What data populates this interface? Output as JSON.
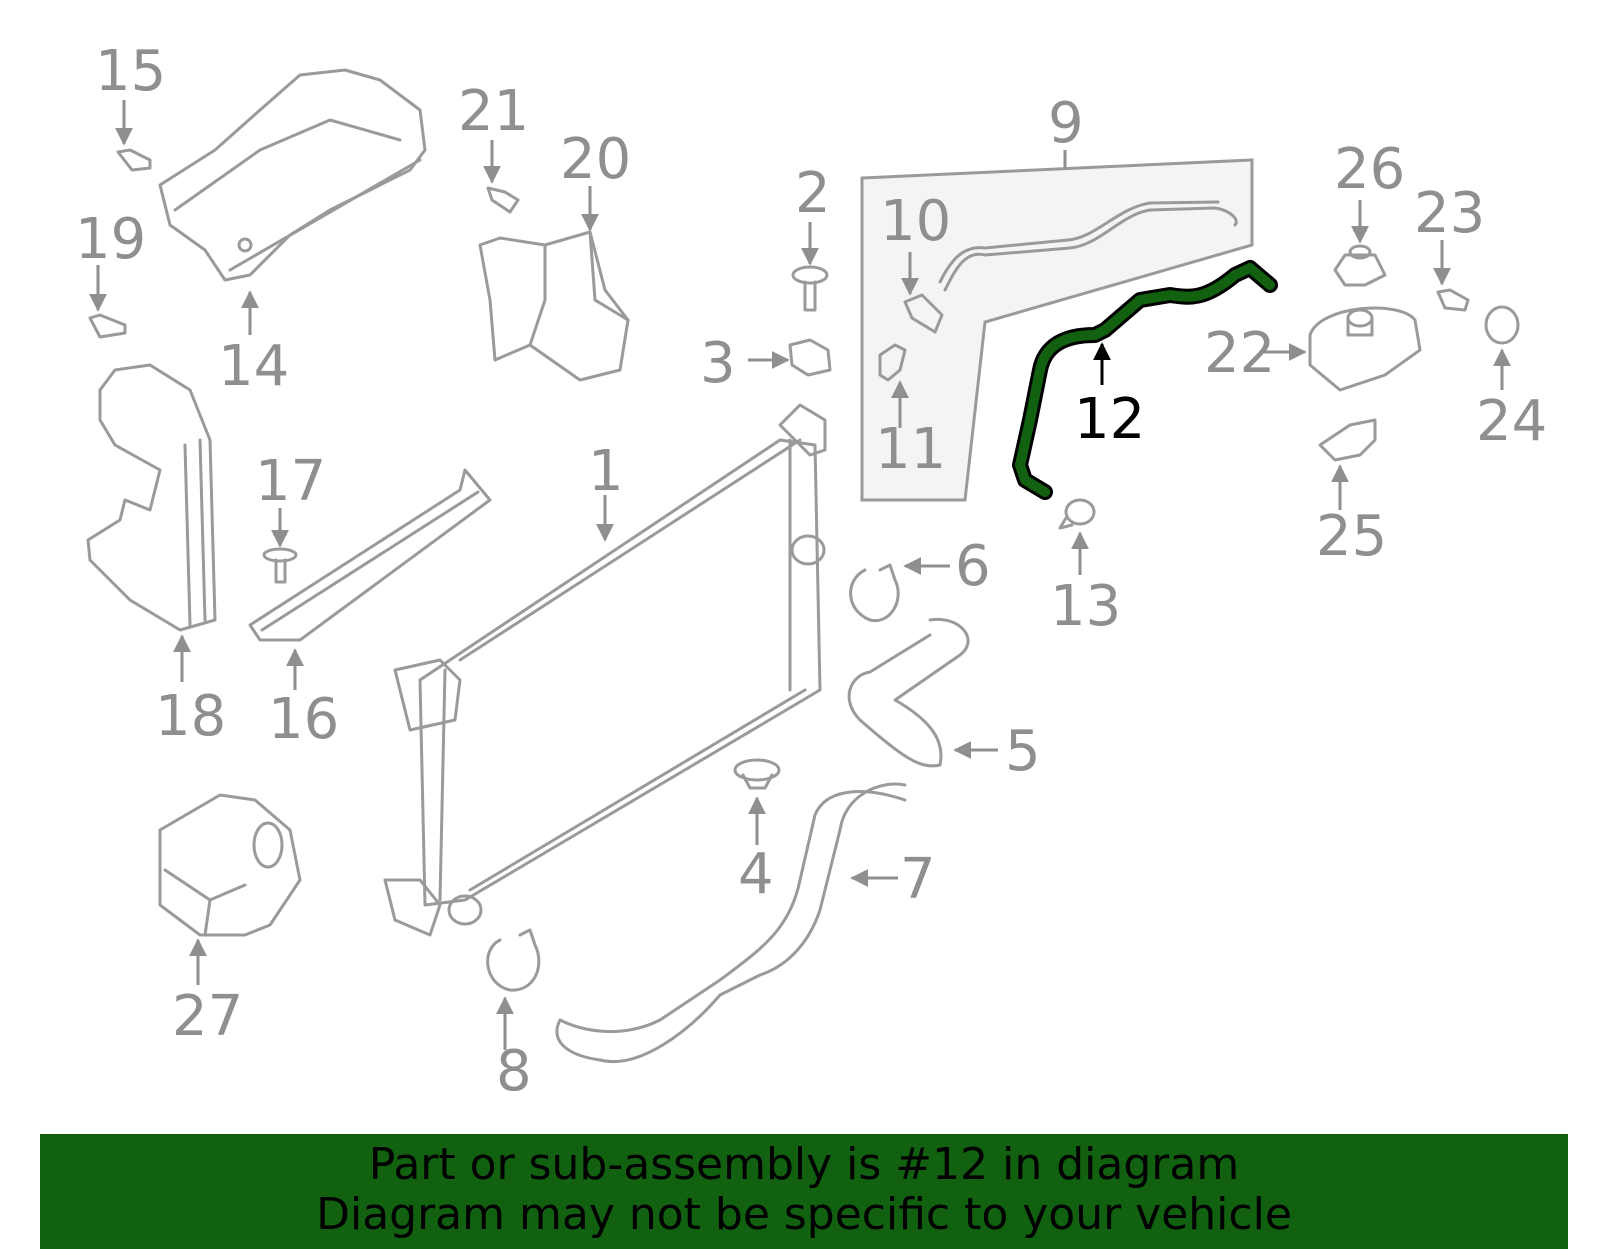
{
  "diagram": {
    "highlight_part": "12",
    "highlight_color": "#116111",
    "callouts": [
      "1",
      "2",
      "3",
      "4",
      "5",
      "6",
      "7",
      "8",
      "9",
      "10",
      "11",
      "12",
      "13",
      "14",
      "15",
      "16",
      "17",
      "18",
      "19",
      "20",
      "21",
      "22",
      "23",
      "24",
      "25",
      "26",
      "27"
    ]
  },
  "footer": {
    "line1": "Part or sub-assembly is #12 in diagram",
    "line2": "Diagram may not be specific to your vehicle",
    "background": "#116111"
  }
}
